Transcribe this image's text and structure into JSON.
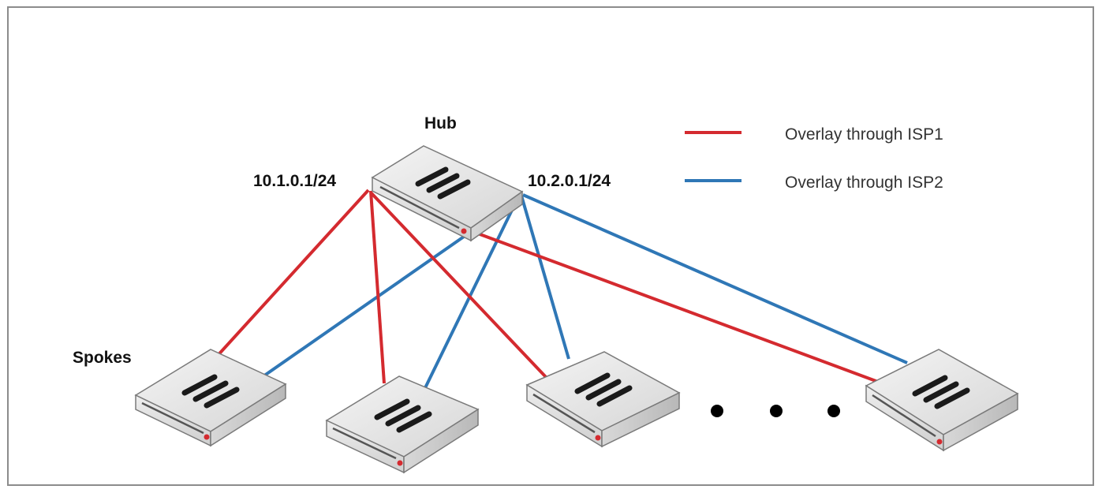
{
  "labels": {
    "hub": "Hub",
    "spokes": "Spokes",
    "hub_ip_left": "10.1.0.1/24",
    "hub_ip_right": "10.2.0.1/24"
  },
  "legend": [
    {
      "text": "Overlay through ISP1",
      "color": "#d42a2f"
    },
    {
      "text": "Overlay through ISP2",
      "color": "#2f77b6"
    }
  ],
  "colors": {
    "isp1": "#d42a2f",
    "isp2": "#2f77b6"
  },
  "devices": [
    {
      "id": "hub",
      "role": "hub"
    },
    {
      "id": "spoke1",
      "role": "spoke"
    },
    {
      "id": "spoke2",
      "role": "spoke"
    },
    {
      "id": "spoke3",
      "role": "spoke"
    },
    {
      "id": "spoke4",
      "role": "spoke"
    }
  ],
  "links": [
    {
      "from": "hub",
      "to": "spoke1",
      "isp": "isp1"
    },
    {
      "from": "hub",
      "to": "spoke1",
      "isp": "isp2"
    },
    {
      "from": "hub",
      "to": "spoke2",
      "isp": "isp1"
    },
    {
      "from": "hub",
      "to": "spoke2",
      "isp": "isp2"
    },
    {
      "from": "hub",
      "to": "spoke3",
      "isp": "isp1"
    },
    {
      "from": "hub",
      "to": "spoke3",
      "isp": "isp2"
    },
    {
      "from": "hub",
      "to": "spoke4",
      "isp": "isp1"
    },
    {
      "from": "hub",
      "to": "spoke4",
      "isp": "isp2"
    }
  ],
  "ellipsis_dot_count": 3,
  "icons": {
    "device": "firewall-appliance-icon",
    "ellipsis": "ellipsis-dots"
  }
}
